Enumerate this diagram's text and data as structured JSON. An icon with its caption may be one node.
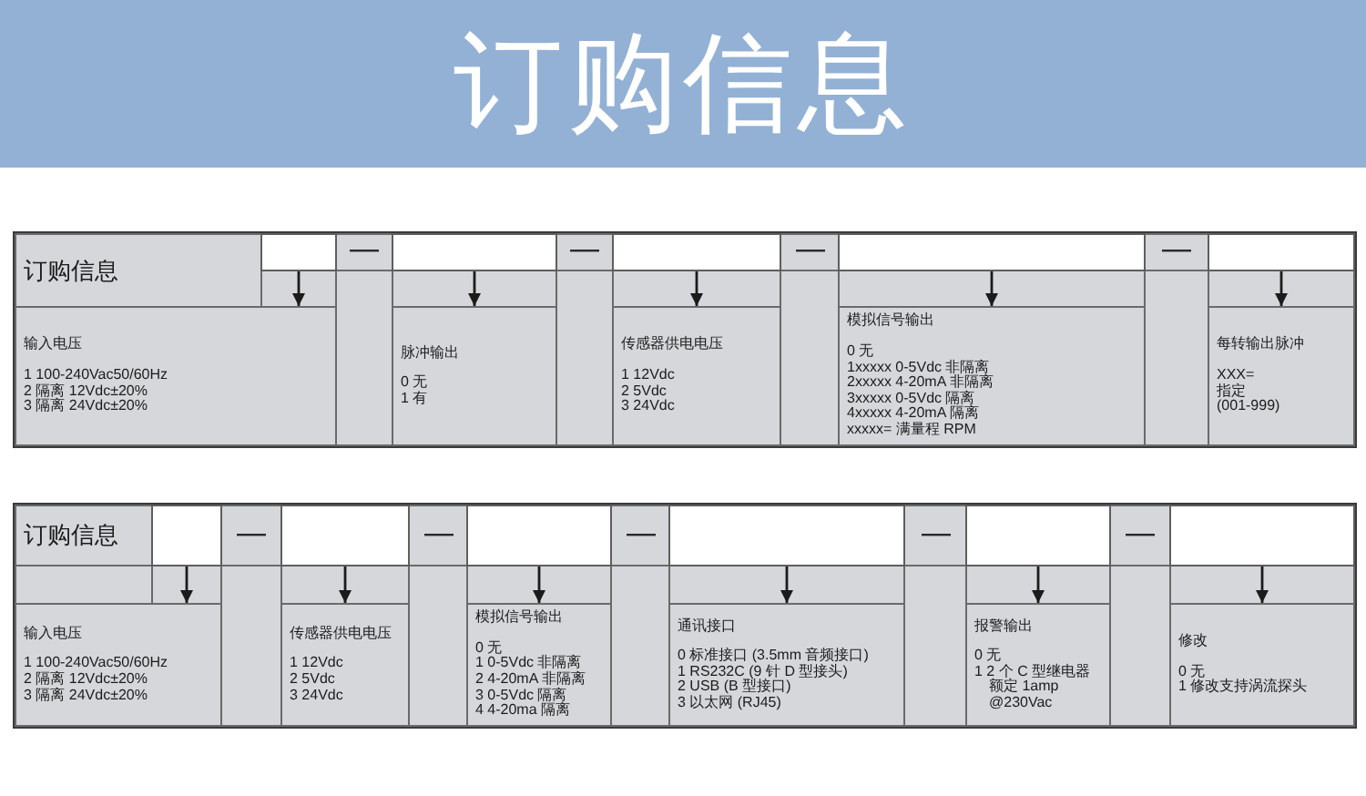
{
  "diagram": {
    "title": "订购信息",
    "nodes": [
      {
        "text": [
          "订购信息"
        ]
      },
      {
        "text": [],
        "shape": "box"
      },
      {
        "text": [],
        "shape": "box"
      },
      {
        "text": [],
        "shape": "box"
      },
      {
        "text": [],
        "shape": "box"
      },
      {
        "text": [],
        "shape": "box"
      },
      {
        "text": [
          "输入电压",
          "1 100-240Vac50/60Hz",
          "2 隔离 12Vdc±20%",
          "3 隔离 24Vdc±20%"
        ]
      },
      {
        "text": [
          "脉冲输出",
          "0 无",
          "1 有"
        ]
      },
      {
        "text": [
          "传感器供电电压",
          "1 12Vdc",
          "2 5Vdc",
          "3 24Vdc"
        ]
      },
      {
        "text": [
          "模拟信号输出",
          "0 无",
          "1xxxxx 0-5Vdc 非隔离",
          "2xxxxx 4-20mA 非隔离",
          "3xxxxx 0-5Vdc 隔离",
          "4xxxxx 4-20mA 隔离",
          "xxxxx= 满量程 RPM"
        ]
      },
      {
        "text": [
          "每转输出脉冲",
          "XXX=",
          "指定",
          "(001-999)"
        ]
      },
      {
        "text": [
          "订购信息"
        ]
      },
      {
        "text": [],
        "shape": "box"
      },
      {
        "text": [],
        "shape": "box"
      },
      {
        "text": [],
        "shape": "box"
      },
      {
        "text": [],
        "shape": "box"
      },
      {
        "text": [],
        "shape": "box"
      },
      {
        "text": [],
        "shape": "box"
      },
      {
        "text": [
          "输入电压",
          "1 100-240Vac50/60Hz",
          "2 隔离 12Vdc±20%",
          "3 隔离 24Vdc±20%"
        ]
      },
      {
        "text": [
          "传感器供电电压",
          "1 12Vdc",
          "2 5Vdc",
          "3 24Vdc"
        ]
      },
      {
        "text": [
          "模拟信号输出",
          "0 无",
          "1 0-5Vdc 非隔离",
          "2 4-20mA 非隔离",
          "3 0-5Vdc 隔离",
          "4 4-20ma 隔离"
        ]
      },
      {
        "text": [
          "通讯接口",
          "0 标准接口 (3.5mm 音频接口)",
          "1 RS232C (9 针 D 型接头)",
          "2 USB (B 型接口)",
          "3 以太网 (RJ45)"
        ]
      },
      {
        "text": [
          "报警输出",
          "0 无",
          "1 2 个 C 型继电器额定 1amp @230Vac"
        ]
      },
      {
        "text": [
          "修改",
          "0 无",
          "1 修改支持涡流探头"
        ]
      }
    ],
    "edges": [
      {
        "from": 1,
        "to": 6,
        "arrow": "to"
      },
      {
        "from": 2,
        "to": 7,
        "arrow": "to"
      },
      {
        "from": 3,
        "to": 8,
        "arrow": "to"
      },
      {
        "from": 4,
        "to": 9,
        "arrow": "to"
      },
      {
        "from": 5,
        "to": 10,
        "arrow": "to"
      },
      {
        "from": 12,
        "to": 18,
        "arrow": "to"
      },
      {
        "from": 13,
        "to": 19,
        "arrow": "to"
      },
      {
        "from": 14,
        "to": 20,
        "arrow": "to"
      },
      {
        "from": 15,
        "to": 21,
        "arrow": "to"
      },
      {
        "from": 16,
        "to": 22,
        "arrow": "to"
      },
      {
        "from": 17,
        "to": 23,
        "arrow": "to"
      }
    ]
  }
}
